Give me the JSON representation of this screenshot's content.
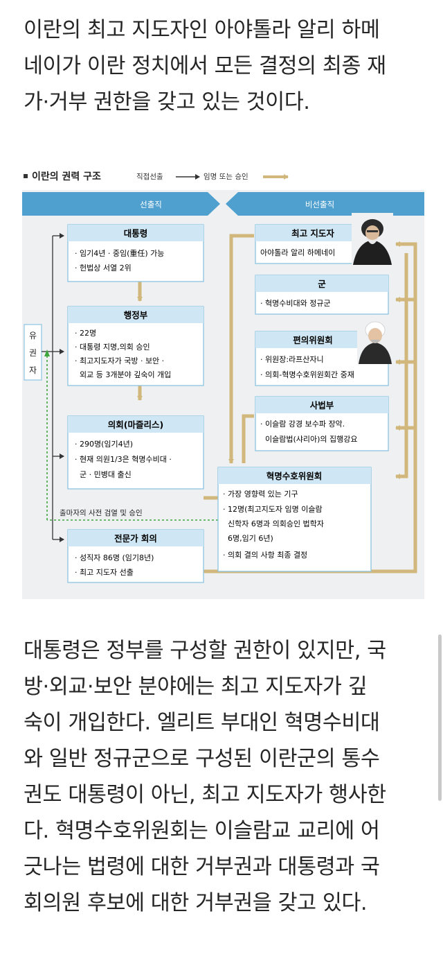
{
  "article": {
    "paragraph1": [
      "이란의 최고 지도자인 아야톨라 알리 하메",
      "네이가 이란 정치에서 모든 결정의 최종 재",
      "가·거부 권한을 갖고 있는 것이다."
    ],
    "paragraph2": [
      "대통령은 정부를 구성할 권한이 있지만, 국",
      "방·외교·보안 분야에는 최고 지도자가 깊",
      "숙이 개입한다. 엘리트 부대인 혁명수비대",
      "와 일반 정규군으로 구성된 이란군의 통수",
      "권도 대통령이 아닌, 최고 지도자가 행사한",
      "다. 혁명수호위원회는 이슬람교 교리에 어",
      "긋나는 법령에 대한 거부권과 대통령과 국",
      "회의원 후보에 대한 거부권을 갖고 있다."
    ]
  },
  "diagram": {
    "title": "이란의 권력 구조",
    "legend": {
      "direct": "직접선출",
      "appoint": "임명 또는 승인"
    },
    "header": {
      "elected": "선출직",
      "unelected": "비선출직"
    },
    "voters": [
      "유",
      "권",
      "자"
    ],
    "vet_label": "출마자의 사전 검열 및 승인",
    "boxes": {
      "president": {
        "title": "대통령",
        "lines": [
          "· 임기4년 · 중임(重任) 가능",
          "· 헌법상 서열 2위"
        ]
      },
      "executive": {
        "title": "행정부",
        "lines": [
          "· 22명",
          "· 대통령 지명,의회 승인",
          "· 최고지도자가 국방 · 보안 ·",
          "  외교 등 3개분야 깊숙이 개입"
        ]
      },
      "parliament": {
        "title": "의회(마즐리스)",
        "lines": [
          "· 290명(임기4년)",
          "· 현재 의원1/3은 혁명수비대 ·",
          "  군 · 민병대 출신"
        ]
      },
      "experts": {
        "title": "전문가 회의",
        "lines": [
          "· 성직자 86명 (임기8년)",
          "· 최고 지도자 선출"
        ]
      },
      "leader": {
        "title": "최고 지도자",
        "lines": [
          "아야톨라 알리 하메네이"
        ]
      },
      "army": {
        "title": "군",
        "lines": [
          "· 혁명수비대와 정규군"
        ]
      },
      "expediency": {
        "title": "편의위원회",
        "lines": [
          "· 위원장:라프산자니",
          "· 의회-혁명수호위원회간 중재"
        ]
      },
      "judiciary": {
        "title": "사법부",
        "lines": [
          "· 이슬람 강경 보수파 장악.",
          "  이슬람법(샤리아)의 집행강요"
        ]
      },
      "guardian": {
        "title": "혁명수호위원회",
        "lines": [
          "· 가장 영향력 있는 기구",
          "· 12명(최고지도자 임명 이슬람",
          "  신학자 6명과 의회승인 법학자",
          "  6명,임기 6년)",
          "· 의회 결의 사항 최종 결정"
        ]
      }
    },
    "colors": {
      "header_blue": "#4f9fcf",
      "box_border": "#8cc4e2",
      "title_band": "#cfe7f4",
      "panel_bg": "#eef0f1",
      "appoint_arrow": "#d2b77c",
      "vet_line": "#3fa63f"
    }
  }
}
